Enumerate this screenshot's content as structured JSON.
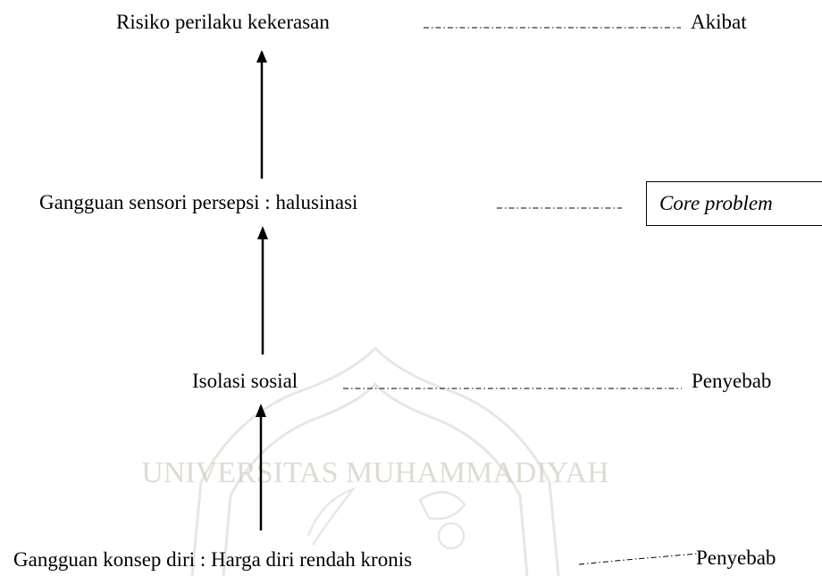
{
  "nodes": {
    "risiko": "Risiko perilaku kekerasan",
    "halusinasi": "Gangguan  sensori persepsi : halusinasi",
    "isolasi": "Isolasi sosial",
    "konsep_diri": "Gangguan konsep diri : Harga diri rendah kronis"
  },
  "annotations": {
    "akibat": "Akibat",
    "core_problem": "Core problem",
    "penyebab_1": "Penyebab",
    "penyebab_2": "Penyebab"
  },
  "watermark": {
    "text": "UNIVERSITAS MUHAMMADIYAH",
    "color": "#c9c3b6"
  }
}
